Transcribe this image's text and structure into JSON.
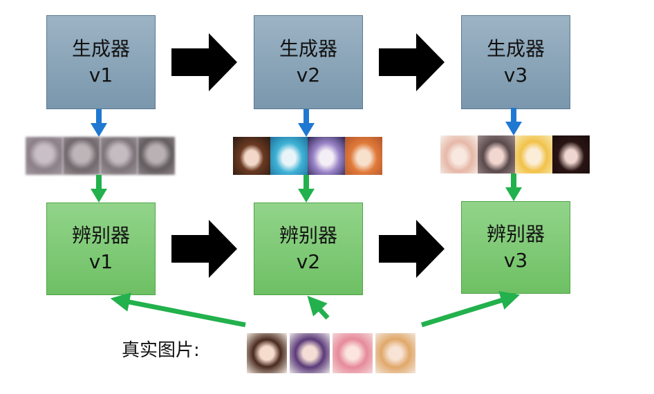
{
  "generators": [
    {
      "title": "生成器",
      "version": "v1"
    },
    {
      "title": "生成器",
      "version": "v2"
    },
    {
      "title": "生成器",
      "version": "v3"
    }
  ],
  "discriminators": [
    {
      "title": "辨别器",
      "version": "v1"
    },
    {
      "title": "辨别器",
      "version": "v2"
    },
    {
      "title": "辨别器",
      "version": "v3"
    }
  ],
  "real_images_label": "真实图片:",
  "colors": {
    "generator_fill": "#8aa4b8",
    "discriminator_fill": "#7cc874",
    "blue_arrow": "#1f78d1",
    "green_arrow": "#22b14c",
    "black_arrow": "#000000"
  }
}
